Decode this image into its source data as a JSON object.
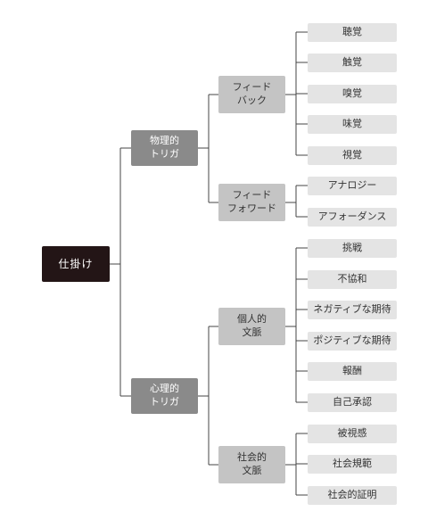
{
  "root": "仕掛け",
  "categories": [
    {
      "label": "物理的\nトリガ",
      "groups": [
        {
          "label": "フィード\nバック",
          "items": [
            "聴覚",
            "触覚",
            "嗅覚",
            "味覚",
            "視覚"
          ]
        },
        {
          "label": "フィード\nフォワード",
          "items": [
            "アナロジー",
            "アフォーダンス"
          ]
        }
      ]
    },
    {
      "label": "心理的\nトリガ",
      "groups": [
        {
          "label": "個人的\n文脈",
          "items": [
            "挑戦",
            "不協和",
            "ネガティブな期待",
            "ポジティブな期待",
            "報酬",
            "自己承認"
          ]
        },
        {
          "label": "社会的\n文脈",
          "items": [
            "被視感",
            "社会規範",
            "社会的証明"
          ]
        }
      ]
    }
  ],
  "colors": {
    "root_bg": "#231516",
    "category_bg": "#8a8a8a",
    "group_bg": "#c4c4c4",
    "leaf_bg": "#e4e4e4",
    "connector": "#444444"
  }
}
